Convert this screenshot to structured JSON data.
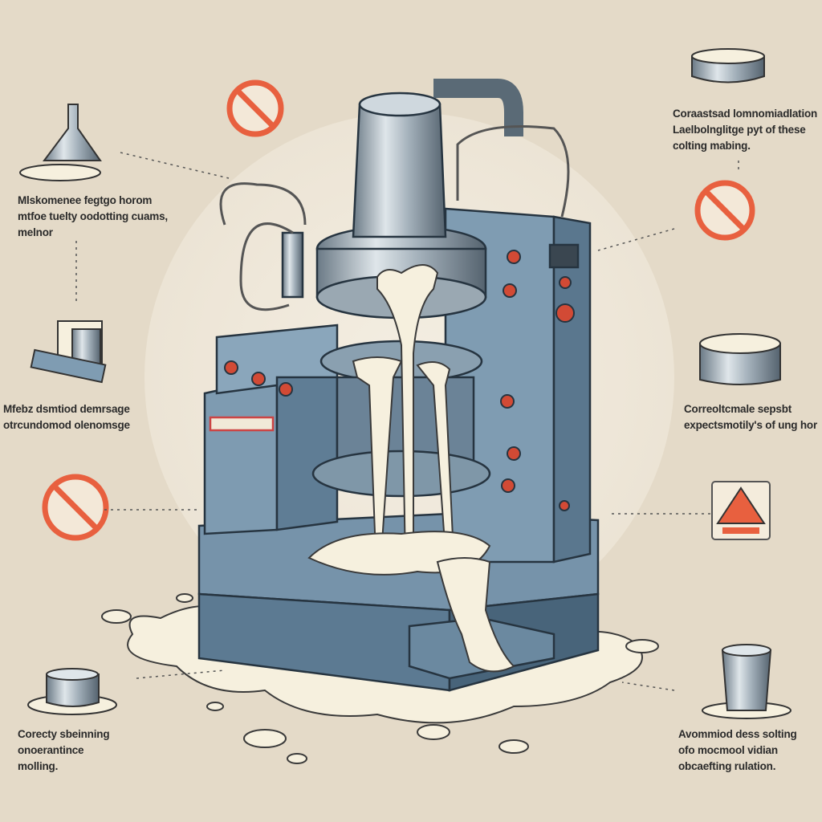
{
  "title": "Milk machine spill infographic",
  "captions": {
    "top_left": [
      "Mlskomenee fegtgo horom",
      "mtfoe tuelty oodotting cuams,",
      "melnor"
    ],
    "top_right": [
      "Coraastsad lomnomiadlation",
      "Laelbolnglitge pyt of these",
      "colting mabing."
    ],
    "middle_left": [
      "Mfebz dsmtiod demrsage",
      "otrcundomod olenomsge"
    ],
    "middle_right": [
      "Correoltcmale sepsbt",
      "expectsmotily's of ung hor"
    ],
    "bottom_left": [
      "Corecty sbeinning",
      "onoerantince",
      "molling."
    ],
    "bottom_right": [
      "Avommiod dess solting",
      "ofo mocmool vidian",
      "obcaefting rulation."
    ]
  },
  "colors": {
    "background": "#e4dac8",
    "machine": "#6f8ea6",
    "metal": "#a9b6c0",
    "milk": "#f5efdc",
    "prohibit": "#e8603f"
  }
}
